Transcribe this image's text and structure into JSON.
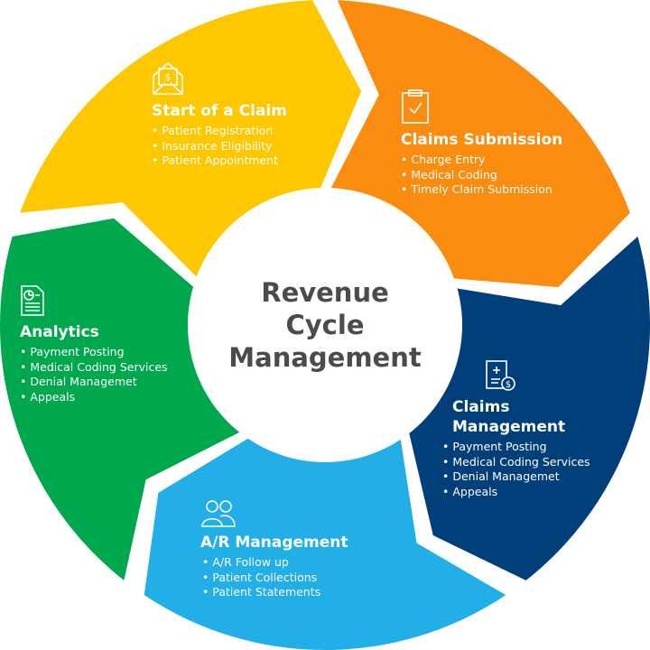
{
  "center_title": [
    "Revenue",
    "Cycle",
    "Management"
  ],
  "segments": [
    {
      "title": "Start of a Claim",
      "icon": "envelope-dollar-icon",
      "color": "#FDC800",
      "items": [
        "Patient Registration",
        "Insurance Eligibility",
        "Patient Appointment"
      ]
    },
    {
      "title": "Claims Submission",
      "icon": "clipboard-check-icon",
      "color": "#FA8C0F",
      "items": [
        "Charge Entry",
        "Medical Coding",
        "Timely Claim Submission"
      ]
    },
    {
      "title": "Claims Management",
      "icon": "medical-bill-icon",
      "color": "#003F7A",
      "items": [
        "Payment Posting",
        "Medical Coding Services",
        "Denial Managemet",
        "Appeals"
      ]
    },
    {
      "title": "A/R Management",
      "icon": "users-icon",
      "color": "#22AEE6",
      "items": [
        "A/R Follow up",
        "Patient Collections",
        "Patient Statements"
      ]
    },
    {
      "title": "Analytics",
      "icon": "report-chart-icon",
      "color": "#00A84D",
      "items": [
        "Payment Posting",
        "Medical Coding Services",
        "Denial Managemet",
        "Appeals"
      ]
    }
  ]
}
